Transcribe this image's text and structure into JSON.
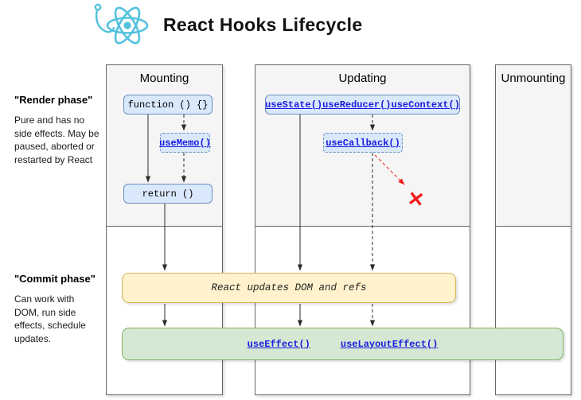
{
  "header": {
    "title": "React Hooks Lifecycle",
    "logo": "react-logo-with-hook"
  },
  "sidebar": {
    "render_phase": {
      "title": "\"Render phase\"",
      "desc": "Pure and has no side effects. May be paused, aborted or restarted by React"
    },
    "commit_phase": {
      "title": "\"Commit phase\"",
      "desc": "Can work with DOM, run side effects, schedule updates."
    }
  },
  "columns": {
    "mounting": {
      "label": "Mounting"
    },
    "updating": {
      "label": "Updating"
    },
    "unmounting": {
      "label": "Unmounting"
    }
  },
  "mounting": {
    "function_box": "function () {}",
    "use_memo": "useMemo()",
    "return_box": "return ()"
  },
  "updating": {
    "links": [
      "useState()",
      "useReducer()",
      "useContext()"
    ],
    "use_callback": "useCallback()",
    "abort_mark": "✕"
  },
  "commit": {
    "dom_update": "React updates DOM and refs",
    "effects": [
      "useEffect()",
      "useLayoutEffect()"
    ]
  },
  "colors": {
    "node_fill": "#dae8fc",
    "node_border": "#6c8ebf",
    "link_blue": "#1a1ae0",
    "yellow_fill": "#fff2cc",
    "yellow_border": "#d6b656",
    "green_fill": "#d5e8d4",
    "green_border": "#82b366",
    "column_fill": "#f5f5f5",
    "column_border": "#676767",
    "react_cyan": "#53c1de",
    "abort_red": "#f21919"
  }
}
